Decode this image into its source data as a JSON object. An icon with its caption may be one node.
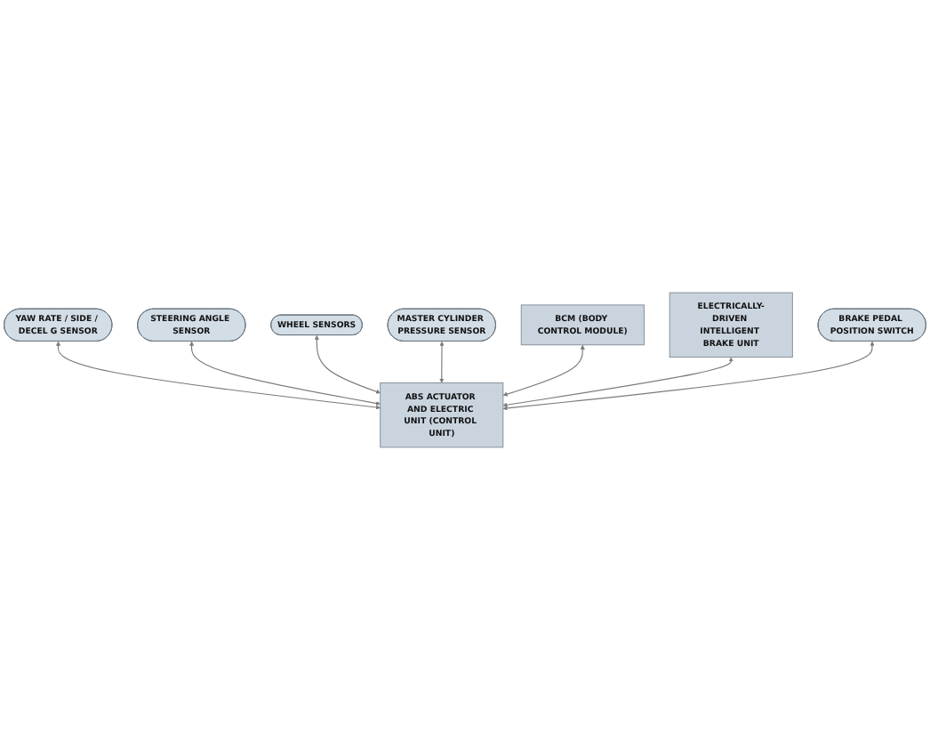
{
  "diagram": {
    "nodes": [
      {
        "text": [
          "YAW RATE / SIDE / DECEL G SENSOR"
        ]
      },
      {
        "text": [
          "STEERING ANGLE SENSOR"
        ]
      },
      {
        "text": [
          "WHEEL SENSORS"
        ]
      },
      {
        "text": [
          "MASTER CYLINDER PRESSURE SENSOR"
        ]
      },
      {
        "text": [
          "BCM (BODY CONTROL MODULE)"
        ]
      },
      {
        "text": [
          "ABS ACTUATOR AND ELECTRIC UNIT (CONTROL UNIT)"
        ]
      },
      {
        "text": [
          "ELECTRICALLY-DRIVEN INTELLIGENT BRAKE UNIT"
        ]
      },
      {
        "text": [
          "BRAKE PEDAL POSITION SWITCH"
        ]
      }
    ],
    "edges": [
      {
        "from": 0,
        "to": 5,
        "arrow": "both"
      },
      {
        "from": 1,
        "to": 5,
        "arrow": "both"
      },
      {
        "from": 2,
        "to": 5,
        "arrow": "both"
      },
      {
        "from": 3,
        "to": 5,
        "arrow": "both"
      },
      {
        "from": 4,
        "to": 5,
        "arrow": "both"
      },
      {
        "from": 6,
        "to": 5,
        "arrow": "both"
      },
      {
        "from": 7,
        "to": 5,
        "arrow": "both"
      }
    ]
  }
}
